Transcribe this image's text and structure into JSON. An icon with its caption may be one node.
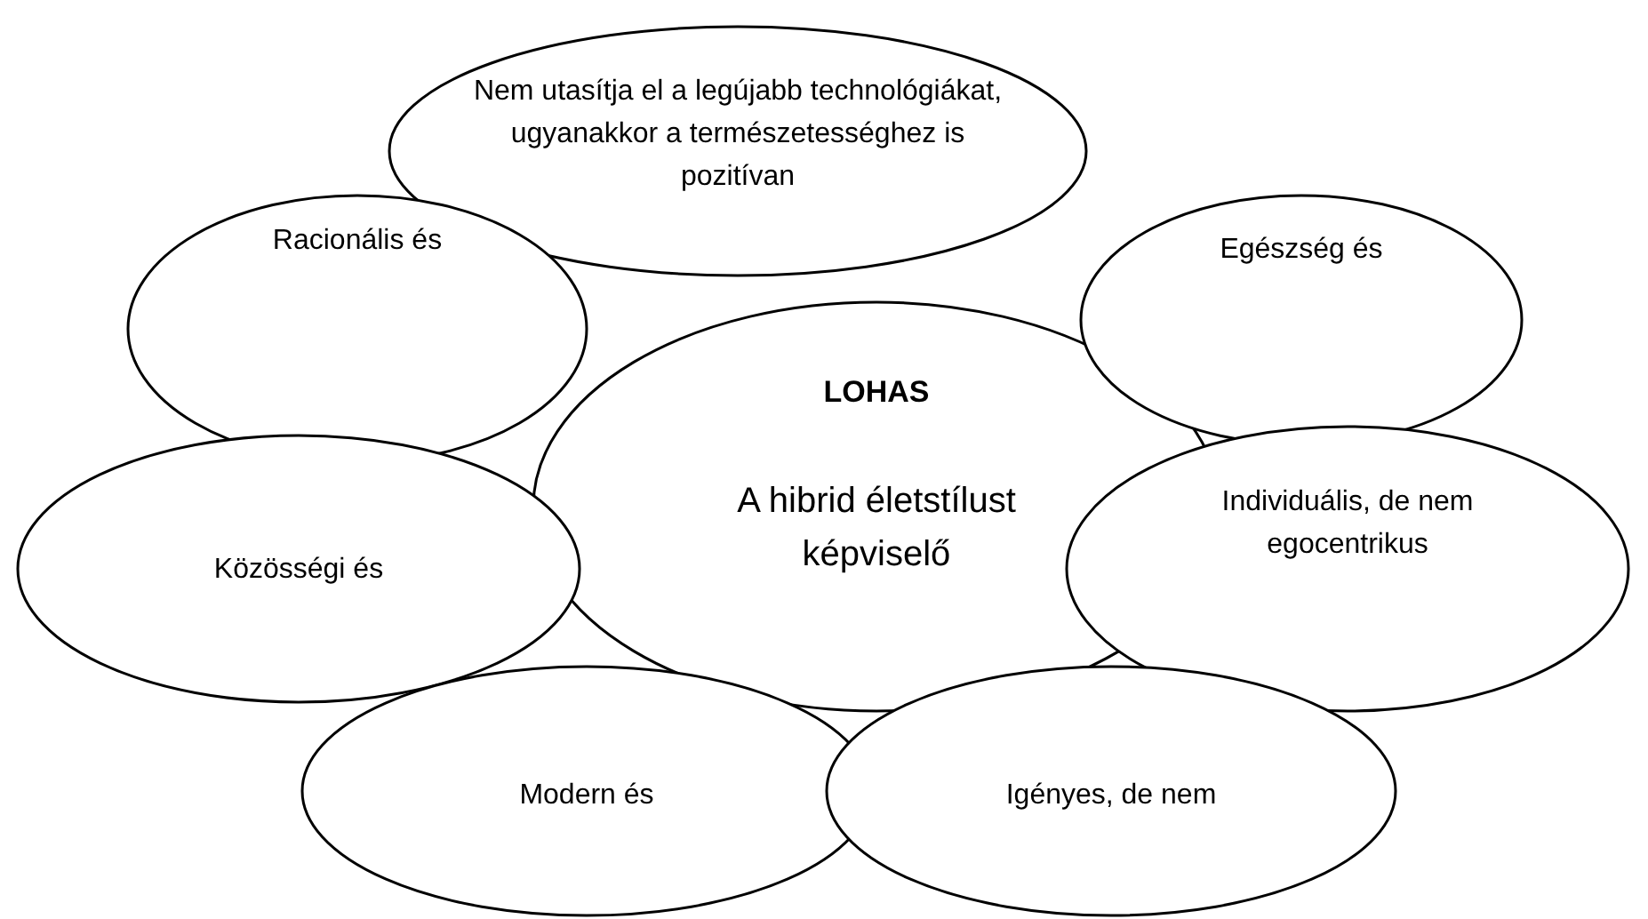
{
  "diagram": {
    "nodes": [
      {
        "text": [
          "Nem utasítja el a legújabb technológiákat, ugyanakkor a természetességhez is pozitívan"
        ]
      },
      {
        "text": [
          "Racionális és"
        ]
      },
      {
        "text": [
          "LOHAS",
          "A hibrid életstílust képviselő"
        ]
      },
      {
        "text": [
          "Egészség és"
        ]
      },
      {
        "text": [
          "Közösségi és"
        ]
      },
      {
        "text": [
          "Individuális, de nem egocentrikus"
        ]
      },
      {
        "text": [
          "Modern és"
        ]
      },
      {
        "text": [
          "Igényes, de nem"
        ]
      }
    ]
  }
}
